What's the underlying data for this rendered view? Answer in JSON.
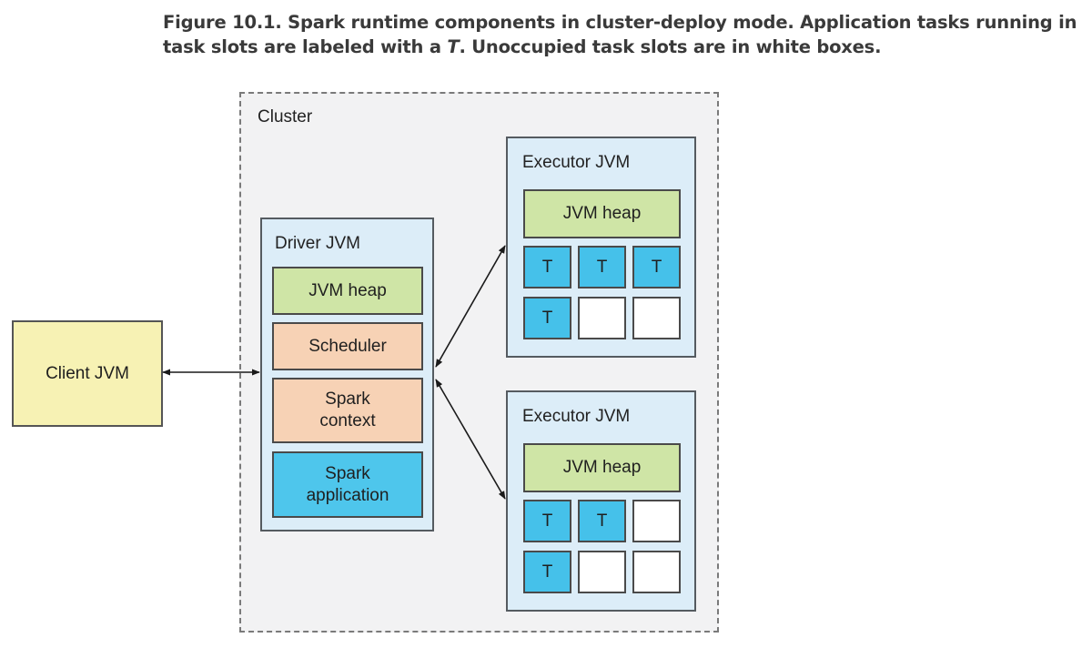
{
  "caption": {
    "lead": "Figure 10.1. Spark runtime components in cluster-deploy mode. Application tasks running in task slots are labeled with a ",
    "emph": "T",
    "tail": ". Unoccupied task slots are in white boxes."
  },
  "cluster": {
    "label": "Cluster"
  },
  "client": {
    "label": "Client JVM"
  },
  "driver": {
    "label": "Driver JVM",
    "heap": "JVM heap",
    "scheduler": "Scheduler",
    "context": "Spark\ncontext",
    "application": "Spark\napplication"
  },
  "executors": [
    {
      "label": "Executor JVM",
      "heap": "JVM heap",
      "slots": [
        [
          "T",
          "T",
          "T"
        ],
        [
          "T",
          "",
          ""
        ]
      ]
    },
    {
      "label": "Executor JVM",
      "heap": "JVM heap",
      "slots": [
        [
          "T",
          "T",
          ""
        ],
        [
          "T",
          "",
          ""
        ]
      ]
    }
  ],
  "colors": {
    "heap": "#cfe5a6",
    "scheduler": "#f7d2b5",
    "application": "#4ec6ec",
    "task_slot": "#45c1ea",
    "jvm_background": "#dcedf8",
    "client": "#f7f2b4",
    "cluster_background": "#f2f2f3"
  }
}
